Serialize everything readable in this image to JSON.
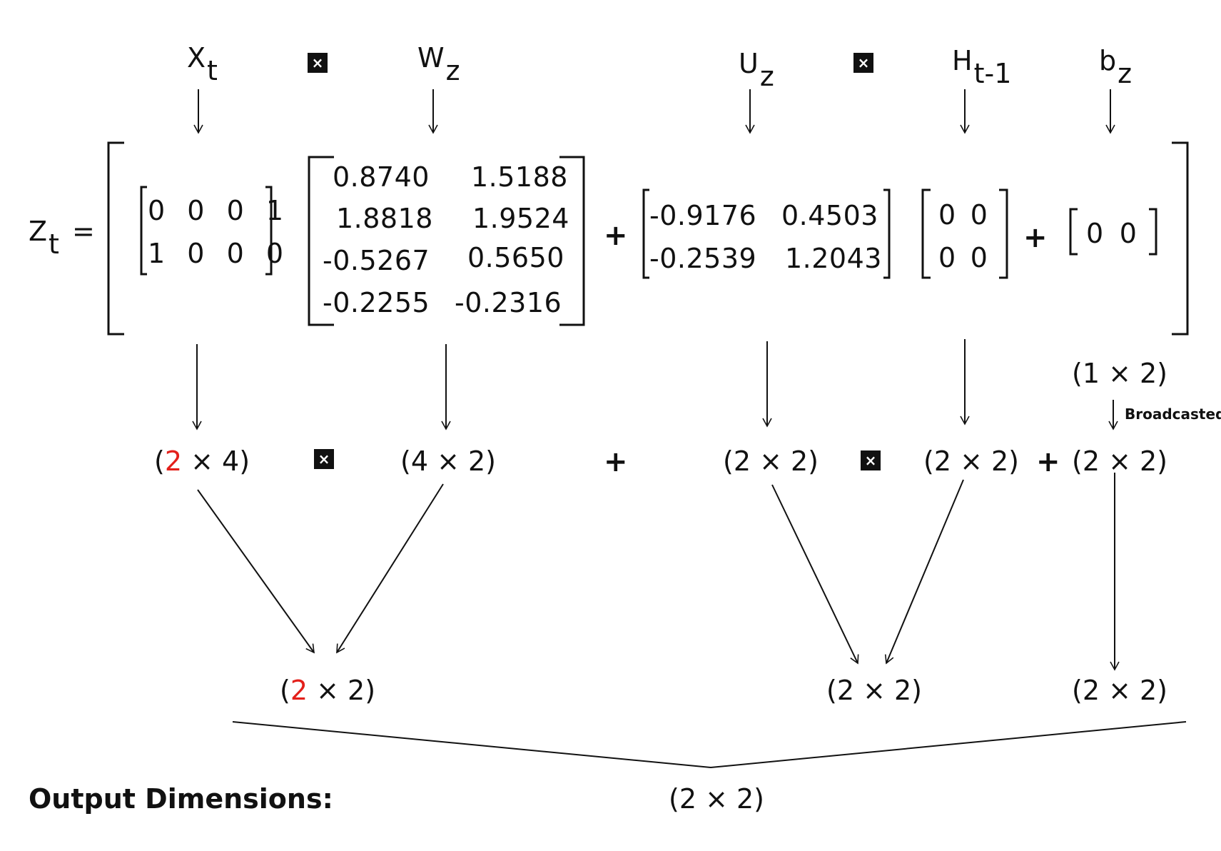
{
  "labels": {
    "x": "X",
    "x_sub": "t",
    "w": "W",
    "w_sub": "z",
    "u": "U",
    "u_sub": "z",
    "h": "H",
    "h_sub": "t-1",
    "b": "b",
    "b_sub": "z",
    "z": "Z",
    "z_sub": "t",
    "eq": "="
  },
  "operators": {
    "mul": "×",
    "plus": "+"
  },
  "matrices": {
    "x": [
      [
        "0",
        "0",
        "0",
        "1"
      ],
      [
        "1",
        "0",
        "0",
        "0"
      ]
    ],
    "w": [
      [
        "0.8740",
        "1.5188"
      ],
      [
        "1.8818",
        "1.9524"
      ],
      [
        "-0.5267",
        "0.5650"
      ],
      [
        "-0.2255",
        "-0.2316"
      ]
    ],
    "u": [
      [
        "-0.9176",
        "0.4503"
      ],
      [
        "-0.2539",
        "1.2043"
      ]
    ],
    "h": [
      [
        "0",
        "0"
      ],
      [
        "0",
        "0"
      ]
    ],
    "b": [
      [
        "0",
        "0"
      ]
    ]
  },
  "dims": {
    "b_original": "(1 × 2)",
    "broadcast_note": "Broadcasted",
    "x": {
      "open": "(",
      "highlight": "2",
      "rest": " × 4)"
    },
    "w": "(4 × 2)",
    "u": "(2 × 2)",
    "h": "(2 × 2)",
    "b": "(2 × 2)",
    "xw_result": {
      "open": "(",
      "highlight": "2",
      "rest": " × 2)"
    },
    "uh_result": "(2 × 2)",
    "b_result": "(2 × 2)",
    "output": "(2 × 2)"
  },
  "output_label": "Output Dimensions:",
  "colors": {
    "highlight": "#e3201b",
    "ink": "#111111"
  }
}
